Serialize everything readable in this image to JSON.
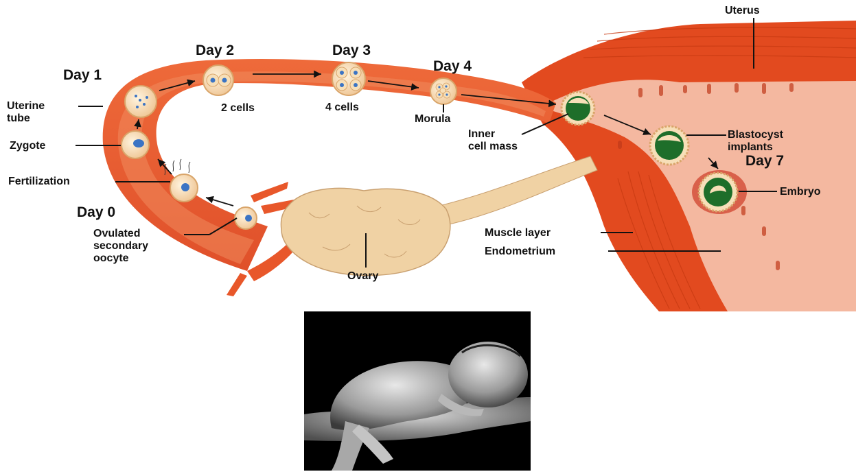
{
  "diagram": {
    "day_labels": {
      "day0": "Day 0",
      "day1": "Day 1",
      "day2": "Day 2",
      "day3": "Day 3",
      "day4": "Day 4",
      "day7": "Day 7"
    },
    "labels": {
      "uterus": "Uterus",
      "uterine_tube_1": "Uterine",
      "uterine_tube_2": "tube",
      "zygote": "Zygote",
      "fertilization": "Fertilization",
      "ovulated_1": "Ovulated",
      "ovulated_2": "secondary",
      "ovulated_3": "oocyte",
      "two_cells": "2 cells",
      "four_cells": "4 cells",
      "morula": "Morula",
      "inner_1": "Inner",
      "inner_2": "cell mass",
      "blastocyst_1": "Blastocyst",
      "blastocyst_2": "implants",
      "embryo": "Embryo",
      "muscle_layer": "Muscle layer",
      "endometrium": "Endometrium",
      "ovary": "Ovary"
    },
    "colors": {
      "tube_outer": "#e8572a",
      "tube_inner": "#f08a5d",
      "uterus_wall": "#e24a1f",
      "endometrium": "#f4b8a0",
      "ovary": "#f0d2a4",
      "cell": "#f7dfb8",
      "nucleus": "#3b74c4",
      "embryo_green": "#1e6e2a"
    }
  },
  "photo": {
    "subject": "newborn-baby-in-hands-photo",
    "background": "#000000"
  }
}
